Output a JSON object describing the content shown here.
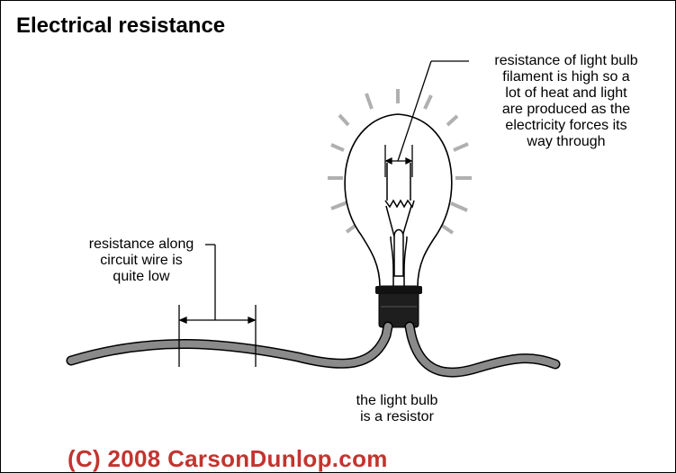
{
  "title": "Electrical resistance",
  "annotations": {
    "filament": "resistance of light bulb\nfilament is high so a\nlot of heat and light\nare produced as the\nelectricity forces its\nway through",
    "wire": "resistance along\ncircuit wire is\nquite low",
    "bulb": "the light bulb\nis a resistor"
  },
  "copyright": "(C) 2008 CarsonDunlop.com",
  "colors": {
    "copyright_text": "#c3342f",
    "wire_fill": "#8a8a8a",
    "glow_rays": "#b0b0b0",
    "socket": "#1e1e1e",
    "outline": "#000000"
  }
}
